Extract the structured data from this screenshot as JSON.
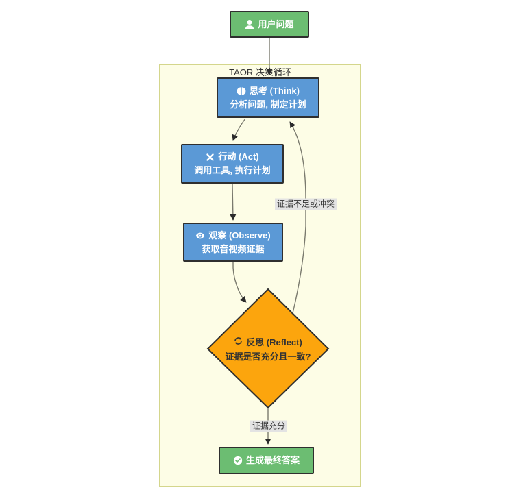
{
  "diagram": {
    "cluster": {
      "label": "TAOR 决策循环"
    },
    "nodes": {
      "user": {
        "label": "用户问题",
        "icon": "user-icon"
      },
      "think": {
        "title": "思考 (Think)",
        "subtitle": "分析问题, 制定计划",
        "icon": "brain-icon"
      },
      "act": {
        "title": "行动 (Act)",
        "subtitle": "调用工具, 执行计划",
        "icon": "tools-icon"
      },
      "observe": {
        "title": "观察 (Observe)",
        "subtitle": "获取音视频证据",
        "icon": "eye-icon"
      },
      "reflect": {
        "title": "反思 (Reflect)",
        "subtitle": "证据是否充分且一致?",
        "icon": "sync-icon"
      },
      "final": {
        "label": "生成最终答案",
        "icon": "check-circle-icon"
      }
    },
    "edges": {
      "reflect_to_think_label": "证据不足或冲突",
      "reflect_to_final_label": "证据充分"
    },
    "colors": {
      "green": "#6cbd72",
      "blue": "#5b99d6",
      "amber": "#fca50d",
      "node_border": "#2f2f2f",
      "cluster_fill": "#fdfde6",
      "cluster_border": "#d4d68c",
      "edge_line": "#7a7a6e",
      "arrow": "#2b2b2b",
      "label_bg": "#e3e3e3",
      "text_light": "#ffffff",
      "text_dark": "#333333"
    }
  }
}
